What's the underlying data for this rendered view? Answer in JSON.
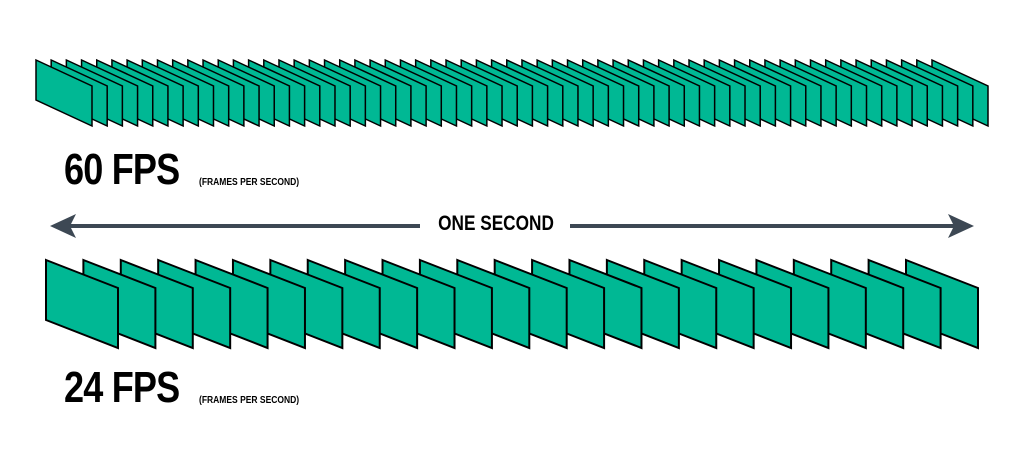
{
  "colors": {
    "frame_fill": "#00b894",
    "frame_stroke": "#000000",
    "arrow": "#3d4854",
    "text": "#000000"
  },
  "rows": [
    {
      "id": "row-60",
      "fps": 60,
      "label_main": "60 FPS",
      "label_sub": "(FRAMES PER SECOND)"
    },
    {
      "id": "row-24",
      "fps": 24,
      "label_main": "24 FPS",
      "label_sub": "(FRAMES PER SECOND)"
    }
  ],
  "timeline": {
    "label": "ONE SECOND"
  }
}
